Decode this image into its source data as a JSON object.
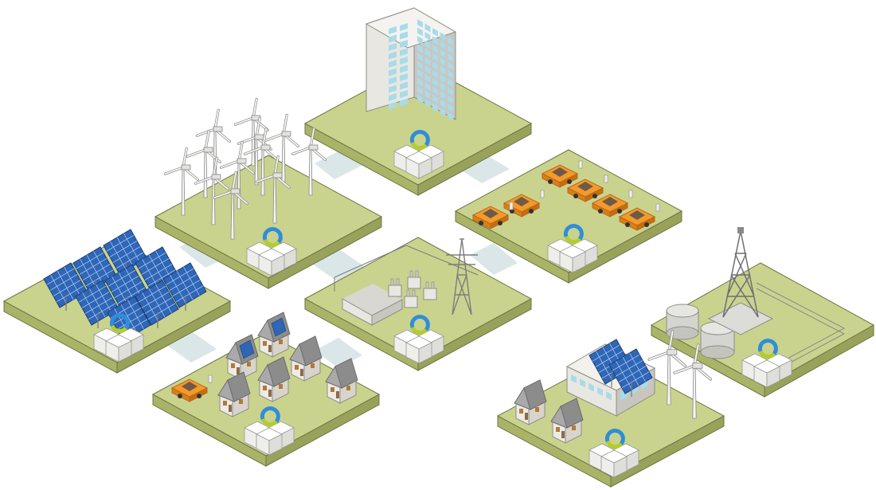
{
  "colors": {
    "tile_top": "#c9d38e",
    "tile_edge": "#9aa35c",
    "tile_outline": "#6f7745",
    "connector": "#dbe6e8",
    "building_wall": "#e9e7e2",
    "building_side": "#c9c6bf",
    "window": "#a9dbe8",
    "solar_panel": "#2e66b8",
    "solar_grid": "#bcd3f0",
    "car": "#f39a2b",
    "house_roof": "#8c8c8c",
    "house_wall": "#eeeae4",
    "battery_box": "#f4f4f2",
    "ring_blue": "#2f8ed8",
    "ring_green": "#b5cc2e",
    "tower": "#8a8a8a",
    "tank": "#d4d4d0"
  },
  "icons": [
    "office-tower-icon",
    "wind-turbine-icon",
    "solar-panel-icon",
    "electric-car-icon",
    "house-icon",
    "substation-icon",
    "transmission-tower-icon",
    "energy-storage-icon",
    "storage-tank-icon",
    "drilling-rig-icon",
    "fence-icon"
  ],
  "chart_data": {
    "type": "diagram",
    "nodes": [
      {
        "id": "commercial-building",
        "icon": "office-tower-icon"
      },
      {
        "id": "wind-farm",
        "icon": "wind-turbine-icon"
      },
      {
        "id": "ev-charging",
        "icon": "electric-car-icon"
      },
      {
        "id": "solar-farm",
        "icon": "solar-panel-icon"
      },
      {
        "id": "substation",
        "icon": "transmission-tower-icon"
      },
      {
        "id": "residential",
        "icon": "house-icon"
      },
      {
        "id": "industrial-site",
        "icon": "drilling-rig-icon"
      },
      {
        "id": "community-microgrid",
        "icon": "wind-turbine-icon"
      }
    ],
    "edges": [
      [
        "commercial-building",
        "wind-farm"
      ],
      [
        "commercial-building",
        "ev-charging"
      ],
      [
        "wind-farm",
        "solar-farm"
      ],
      [
        "wind-farm",
        "substation"
      ],
      [
        "ev-charging",
        "substation"
      ],
      [
        "solar-farm",
        "residential"
      ],
      [
        "substation",
        "residential"
      ]
    ]
  }
}
